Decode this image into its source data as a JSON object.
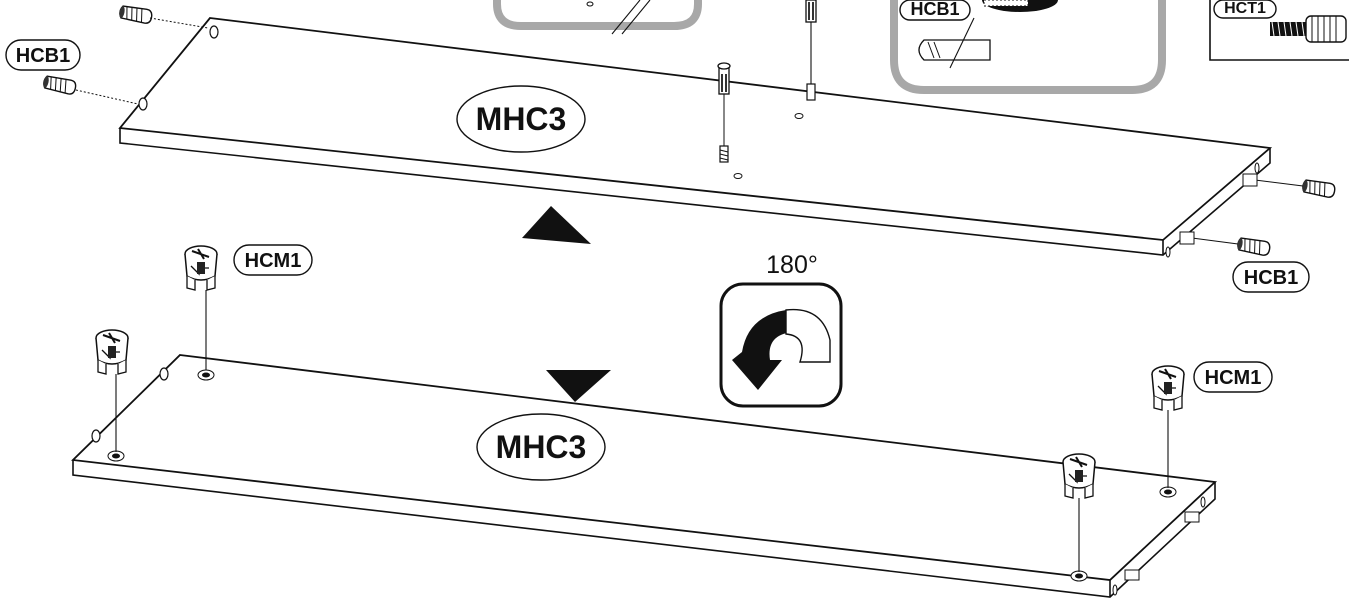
{
  "diagram": {
    "labels": {
      "panel_top": "MHC3",
      "panel_bottom": "MHC3",
      "hcb1_left": "HCB1",
      "hcb1_right": "HCB1",
      "hcb1_inset": "HCB1",
      "hct1_inset": "HCT1",
      "hcm1_left": "HCM1",
      "hcm1_right": "HCM1",
      "rotation": "180°"
    },
    "colors": {
      "line": "#111111",
      "inset_border": "#a8a8a8",
      "background": "#ffffff"
    },
    "icons": [
      "dowel-icon",
      "cam-bolt-icon",
      "cam-lock-icon",
      "rotate-180-icon",
      "arrow-up-icon",
      "arrow-down-icon"
    ]
  }
}
